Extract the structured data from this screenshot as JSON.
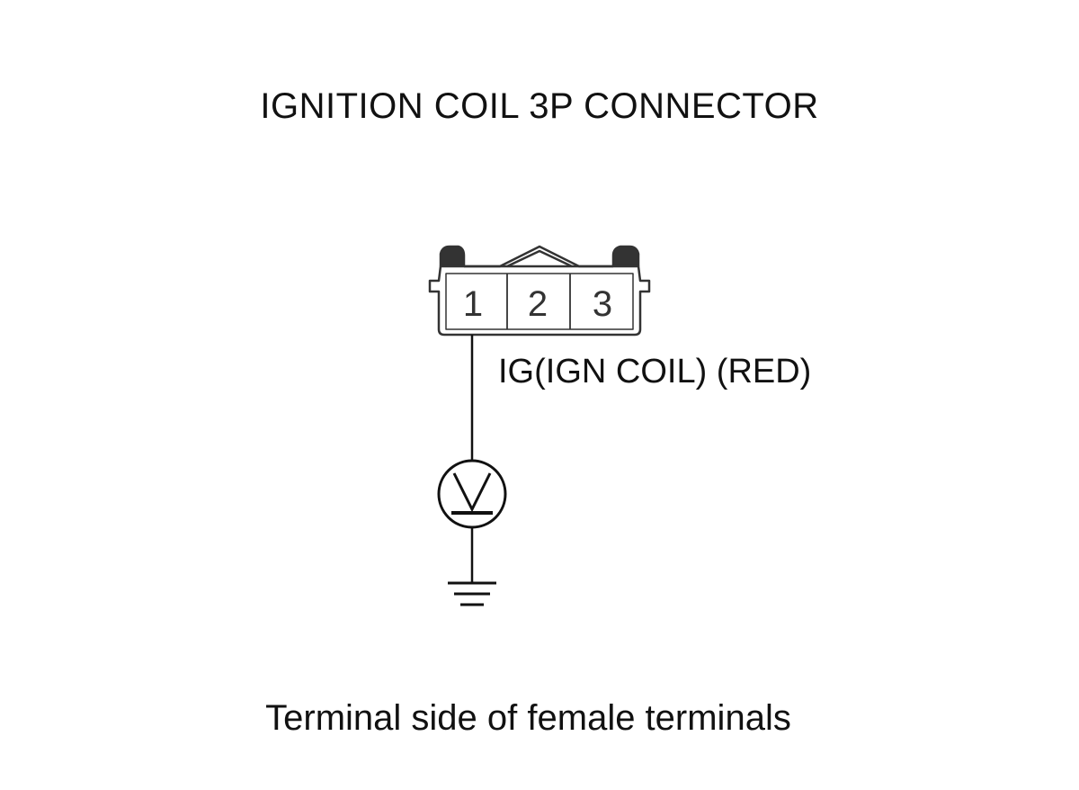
{
  "title": "IGNITION COIL 3P CONNECTOR",
  "connector": {
    "pins": [
      "1",
      "2",
      "3"
    ]
  },
  "wire": {
    "label": "IG(IGN COIL) (RED)"
  },
  "meter": {
    "symbol": "V"
  },
  "caption": "Terminal side of female terminals"
}
